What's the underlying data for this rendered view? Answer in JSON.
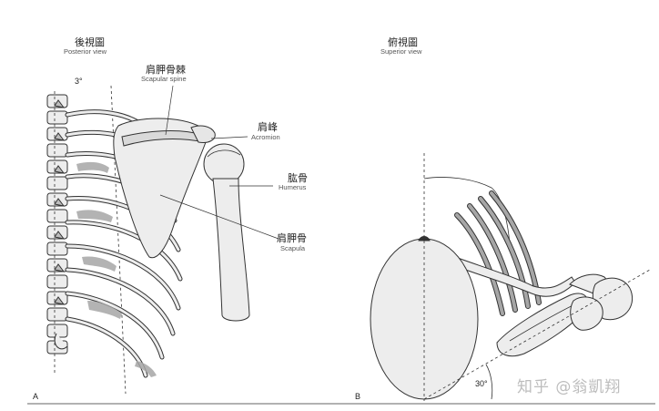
{
  "panel_a": {
    "title_zh": "後視圖",
    "title_en": "Posterior view",
    "angle_label": "3°",
    "letter": "A",
    "labels": [
      {
        "key": "spine",
        "zh": "肩胛骨棘",
        "en": "Scapular spine"
      },
      {
        "key": "acromion",
        "zh": "肩峰",
        "en": "Acromion"
      },
      {
        "key": "humerus",
        "zh": "肱骨",
        "en": "Humerus"
      },
      {
        "key": "scapula",
        "zh": "肩胛骨",
        "en": "Scapula"
      }
    ]
  },
  "panel_b": {
    "title_zh": "俯視圖",
    "title_en": "Superior view",
    "angle_label": "30°",
    "letter": "B"
  },
  "watermark": "知乎 @翁凱翔",
  "colors": {
    "line": "#333333",
    "bone": "#ececec",
    "rib_shade": "#a6a6a6"
  }
}
